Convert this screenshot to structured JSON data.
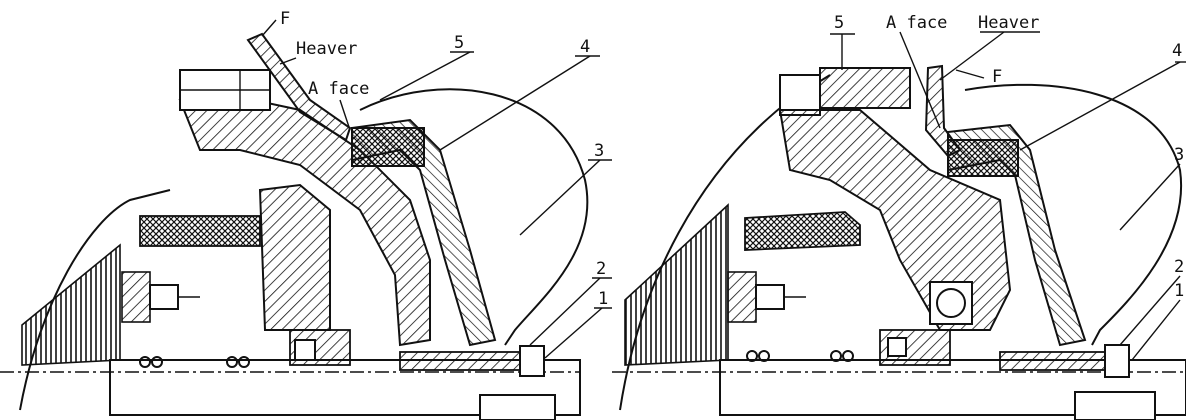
{
  "left_view": {
    "force": "F",
    "heaver": "Heaver",
    "a_face": "A face",
    "callouts": [
      "5",
      "4",
      "3",
      "2",
      "1"
    ]
  },
  "right_view": {
    "force": "F",
    "heaver": "Heaver",
    "a_face": "A face",
    "callouts": [
      "5",
      "4",
      "3",
      "2",
      "1"
    ]
  },
  "colors": {
    "line": "#111111",
    "background": "#ffffff"
  }
}
